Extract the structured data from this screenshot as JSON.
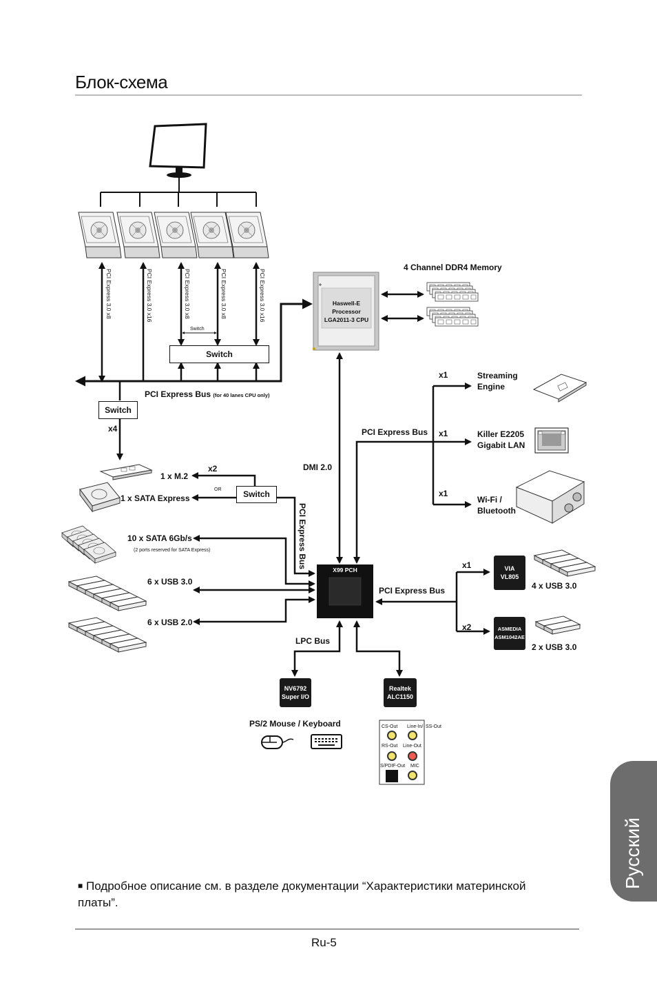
{
  "page": {
    "title": "Блок-схема",
    "side_tab": "Русский",
    "footnote_bullet": "■",
    "footnote": "Подробное описание см. в разделе документации “Характеристики материнской платы”.",
    "page_number": "Ru-5"
  },
  "diagram": {
    "gpu_links": [
      "PCI Express 3.0 x8",
      "PCI Express 3.0 x16",
      "PCI Express 3.0 x8",
      "PCI Express 3.0 x8",
      "PCI Express 3.0 x16"
    ],
    "small_switch": "Switch",
    "top_switch": "Switch",
    "left_switch": "Switch",
    "mid_switch": "Switch",
    "pcie_bus_cpu": "PCI Express Bus",
    "pcie_bus_cpu_note": "(for 40 lanes CPU only)",
    "x4": "x4",
    "memory": "4 Channel DDR4 Memory",
    "cpu": {
      "line1": "Haswell-E",
      "line2": "Processor",
      "line3": "LGA2011-3 CPU"
    },
    "dmi": "DMI 2.0",
    "pch_pcie_bus": "PCI Express Bus",
    "pch_pcie_bus_vertical": "PCI Express Bus",
    "pch": "X99 PCH",
    "m2": "1 x M.2",
    "x2_m2": "x2",
    "or": "OR",
    "sata_express": "1 x SATA Express",
    "sata": "10 x SATA 6Gb/s",
    "sata_note": "(2  ports reserved for SATA Express)",
    "usb30": "6 x USB 3.0",
    "usb20": "6 x USB 2.0",
    "streaming": {
      "x": "x1",
      "line1": "Streaming",
      "line2": "Engine"
    },
    "lan": {
      "x": "x1",
      "line1": "Killer E2205",
      "line2": "Gigabit LAN"
    },
    "wifi": {
      "x": "x1",
      "line1": "Wi-Fi /",
      "line2": "Bluetooth"
    },
    "right_pcie_bus": "PCI Express Bus",
    "via": {
      "x": "x1",
      "line1": "VIA",
      "line2": "VL805",
      "usb": "4 x USB 3.0"
    },
    "asmedia": {
      "x": "x2",
      "line1": "ASMEDIA",
      "line2": "ASM1042AE",
      "usb": "2 x USB 3.0"
    },
    "lpc": "LPC Bus",
    "superio": {
      "line1": "NV6792",
      "line2": "Super I/O"
    },
    "audio": {
      "line1": "Realtek",
      "line2": "ALC1150"
    },
    "ps2": "PS/2 Mouse / Keyboard",
    "audio_jacks": {
      "cs_out": "CS-Out",
      "line_in": "Line-In/",
      "ss_out": "SS-Out",
      "rs_out": "RS-Out",
      "line_out": "Line-Out",
      "spdif": "S/PDIF-Out",
      "mic": "MIC"
    }
  }
}
